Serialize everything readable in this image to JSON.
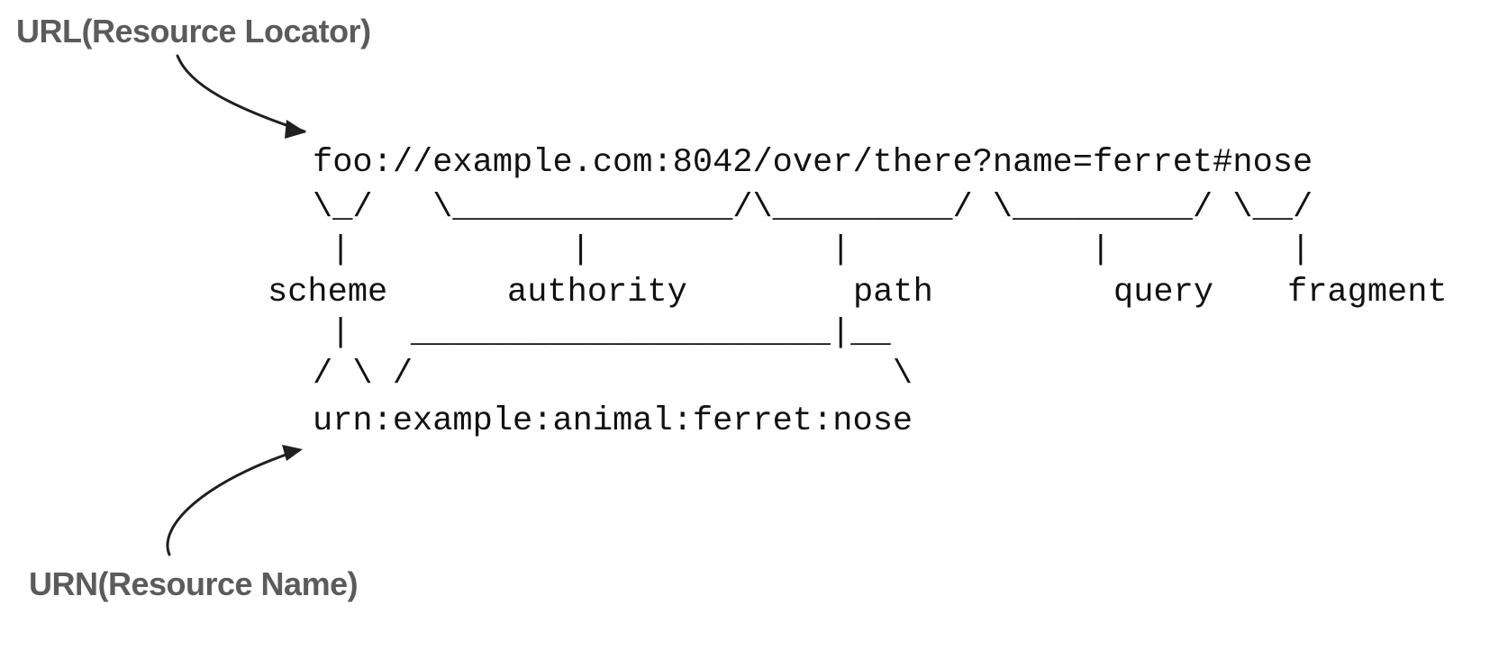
{
  "labels": {
    "url": "URL(Resource Locator)",
    "urn": "URN(Resource Name)"
  },
  "diagram": {
    "url_example": "foo://example.com:8042/over/there?name=ferret#nose",
    "braces": "\\_/   \\______________/\\_________/ \\_________/ \\__/",
    "pipes_top": "|           |            |            |         |",
    "components": {
      "scheme": "scheme",
      "authority": "authority",
      "path": "path",
      "query": "query",
      "fragment": "fragment"
    },
    "pipes_bottom": "|   _____________________|__",
    "slashes": "/ \\ /                        \\",
    "urn_example": "urn:example:animal:ferret:nose"
  }
}
